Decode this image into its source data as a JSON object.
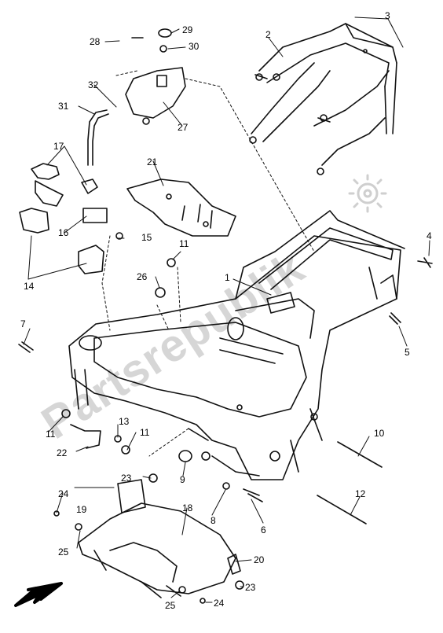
{
  "diagram": {
    "watermark": "Partsrepublik",
    "callouts": [
      {
        "id": "c1",
        "label": "1"
      },
      {
        "id": "c2",
        "label": "2"
      },
      {
        "id": "c3",
        "label": "3"
      },
      {
        "id": "c4",
        "label": "4"
      },
      {
        "id": "c5",
        "label": "5"
      },
      {
        "id": "c6",
        "label": "6"
      },
      {
        "id": "c7",
        "label": "7"
      },
      {
        "id": "c8",
        "label": "8"
      },
      {
        "id": "c9",
        "label": "9"
      },
      {
        "id": "c10",
        "label": "10"
      },
      {
        "id": "c11a",
        "label": "11"
      },
      {
        "id": "c11b",
        "label": "11"
      },
      {
        "id": "c11c",
        "label": "11"
      },
      {
        "id": "c12",
        "label": "12"
      },
      {
        "id": "c13",
        "label": "13"
      },
      {
        "id": "c14",
        "label": "14"
      },
      {
        "id": "c15",
        "label": "15"
      },
      {
        "id": "c16",
        "label": "16"
      },
      {
        "id": "c17",
        "label": "17"
      },
      {
        "id": "c18",
        "label": "18"
      },
      {
        "id": "c19",
        "label": "19"
      },
      {
        "id": "c20",
        "label": "20"
      },
      {
        "id": "c21",
        "label": "21"
      },
      {
        "id": "c22",
        "label": "22"
      },
      {
        "id": "c23a",
        "label": "23"
      },
      {
        "id": "c23b",
        "label": "23"
      },
      {
        "id": "c24a",
        "label": "24"
      },
      {
        "id": "c24b",
        "label": "24"
      },
      {
        "id": "c25a",
        "label": "25"
      },
      {
        "id": "c25b",
        "label": "25"
      },
      {
        "id": "c26",
        "label": "26"
      },
      {
        "id": "c27",
        "label": "27"
      },
      {
        "id": "c28",
        "label": "28"
      },
      {
        "id": "c29",
        "label": "29"
      },
      {
        "id": "c30",
        "label": "30"
      },
      {
        "id": "c31",
        "label": "31"
      },
      {
        "id": "c32",
        "label": "32"
      }
    ]
  }
}
